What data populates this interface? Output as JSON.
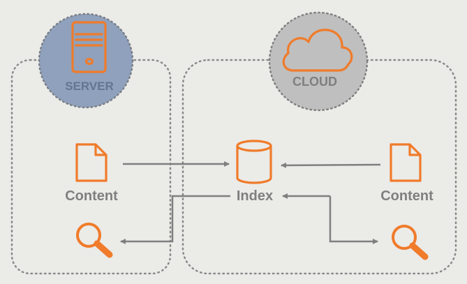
{
  "colors": {
    "background": "#ebebe8",
    "accent": "#f07b2a",
    "server_circle": "#8fa1bc",
    "cloud_circle": "#bfbfbf",
    "label_gray": "#7f7f7f",
    "arrow": "#7f7f7f",
    "border": "#8a8a8a"
  },
  "server": {
    "badge_label": "SERVER",
    "icon": "server-tower-icon",
    "content_label": "Content",
    "content_icon": "document-icon",
    "search_icon": "magnifier-icon"
  },
  "cloud": {
    "badge_label": "CLOUD",
    "icon": "cloud-icon",
    "index_label": "Index",
    "index_icon": "database-cylinder-icon",
    "content_label": "Content",
    "content_icon": "document-icon",
    "search_icon": "magnifier-icon"
  }
}
